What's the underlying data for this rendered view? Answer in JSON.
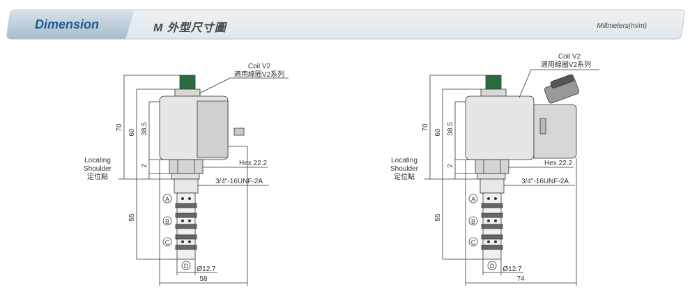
{
  "header": {
    "tab_title": "Dimension",
    "sub_title": "M 外型尺寸圖",
    "unit": "Millmeters(m/m)"
  },
  "left_drawing": {
    "coil_label": "Coil V2",
    "coil_label_cn": "適用線圈V2系列",
    "locating_line1": "Locating",
    "locating_line2": "Shoulder",
    "locating_line3": "定位點",
    "hex": "Hex 22.2",
    "thread": "3/4\"-16UNF-2A",
    "dim_70": "70",
    "dim_60": "60",
    "dim_38_5": "38.5",
    "dim_2": "2",
    "dim_55": "55",
    "port_a": "A",
    "port_b": "B",
    "port_c": "C",
    "port_d": "D",
    "diameter": "Ø12.7",
    "width": "58"
  },
  "right_drawing": {
    "coil_label": "Coil V2",
    "coil_label_cn": "適用線圈V2系列",
    "locating_line1": "Locating",
    "locating_line2": "Shoulder",
    "locating_line3": "定位點",
    "hex": "Hex 22.2",
    "thread": "3/4\"-16UNF-2A",
    "dim_70": "70",
    "dim_60": "60",
    "dim_38_5": "38.5",
    "dim_2": "2",
    "dim_55": "55",
    "port_a": "A",
    "port_b": "B",
    "port_c": "C",
    "port_d": "D",
    "diameter": "Ø12.7",
    "width": "74"
  },
  "colors": {
    "banner_gradient_top": "#e8eef3",
    "banner_gradient_bottom": "#c9d6e1",
    "title_blue": "#1f5a93",
    "knob_green": "#1f6b3a"
  }
}
